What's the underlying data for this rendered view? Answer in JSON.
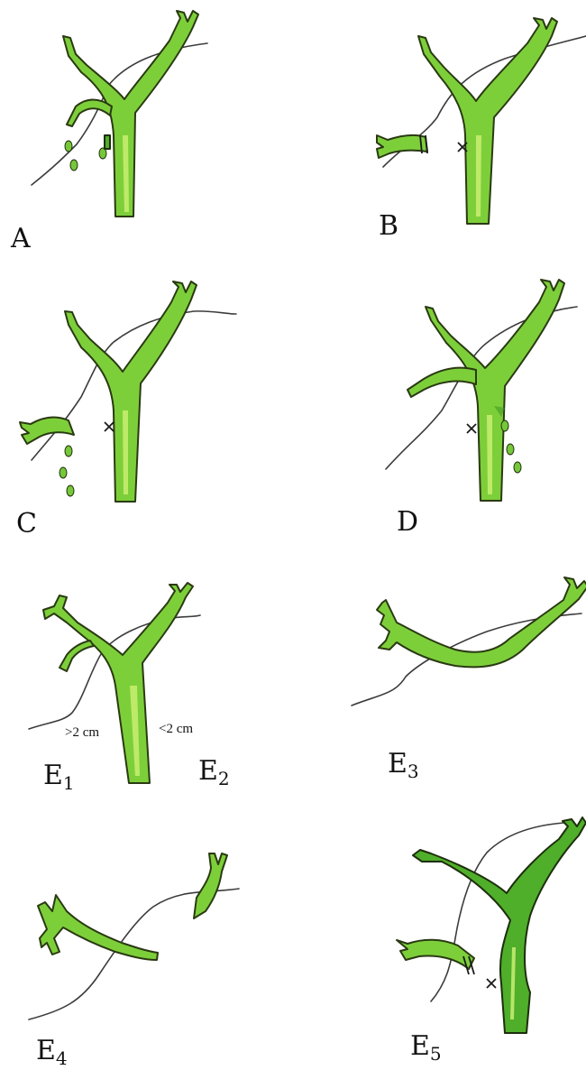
{
  "panels": [
    {
      "id": "A",
      "label": "A",
      "sub": ""
    },
    {
      "id": "B",
      "label": "B",
      "sub": ""
    },
    {
      "id": "C",
      "label": "C",
      "sub": ""
    },
    {
      "id": "D",
      "label": "D",
      "sub": ""
    },
    {
      "id": "E1",
      "label": "E",
      "sub": "1"
    },
    {
      "id": "E2",
      "label": "E",
      "sub": "2"
    },
    {
      "id": "E3",
      "label": "E",
      "sub": "3"
    },
    {
      "id": "E4",
      "label": "E",
      "sub": "4"
    },
    {
      "id": "E5",
      "label": "E",
      "sub": "5"
    }
  ],
  "annotations": {
    "left_diameter": ">2 cm",
    "right_diameter": "<2 cm"
  },
  "colors": {
    "vessel": "#7dcf3a",
    "vessel_dark": "#4fae2a",
    "outline": "#2a3a12",
    "wire": "#3c3c3c"
  }
}
